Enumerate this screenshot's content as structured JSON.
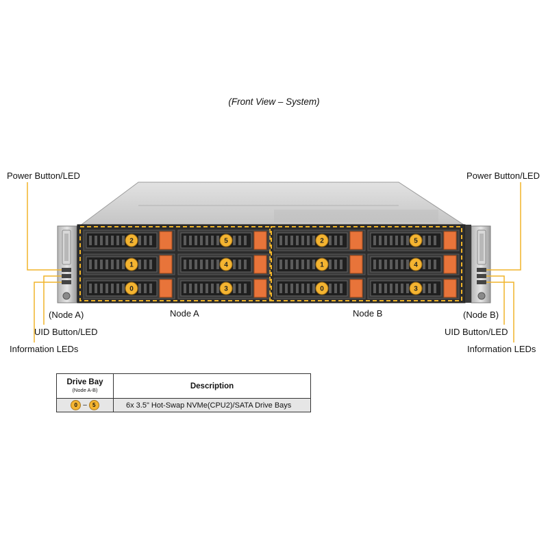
{
  "caption": "(Front View – System)",
  "callouts": {
    "left_power": "Power Button/LED",
    "right_power": "Power Button/LED",
    "left_node": "(Node A)",
    "right_node": "(Node B)",
    "left_uid": "UID Button/LED",
    "right_uid": "UID Button/LED",
    "left_info": "Information LEDs",
    "right_info": "Information LEDs"
  },
  "nodes": {
    "a_label": "Node A",
    "b_label": "Node B"
  },
  "drive_bays": [
    [
      "2",
      "5",
      "2",
      "5"
    ],
    [
      "1",
      "4",
      "1",
      "4"
    ],
    [
      "0",
      "3",
      "0",
      "3"
    ]
  ],
  "table": {
    "header_bay": "Drive Bay",
    "header_bay_sub": "(Node A-B)",
    "header_desc": "Description",
    "row_bay_start": "0",
    "row_bay_sep": "–",
    "row_bay_end": "5",
    "row_desc": "6x 3.5\" Hot-Swap NVMe(CPU2)/SATA Drive Bays"
  },
  "colors": {
    "callout_line": "#f0b429",
    "badge": "#f4b431",
    "drive_latch": "#e8743a",
    "chassis": "#c9c9c9"
  }
}
